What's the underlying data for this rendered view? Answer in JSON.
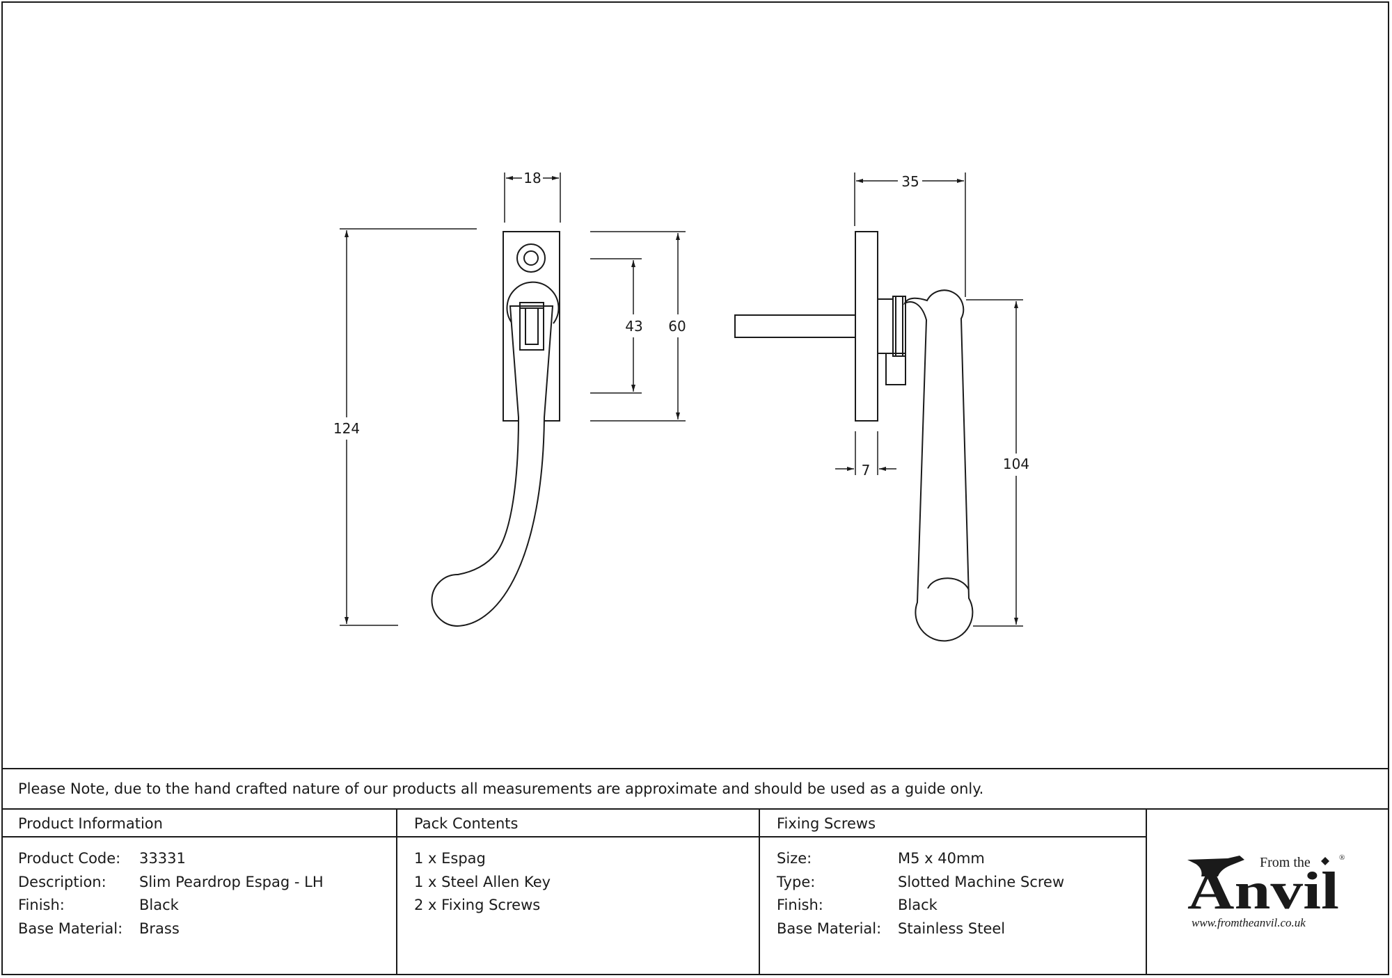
{
  "dimensions": {
    "front_width": "18",
    "front_total_height": "124",
    "front_inner_height": "43",
    "front_plate_height": "60",
    "side_projection": "35",
    "side_plate_depth": "7",
    "side_handle_length": "104"
  },
  "note": "Please Note, due to the hand crafted nature of our products all measurements are approximate and should be used as a guide only.",
  "product_information": {
    "heading": "Product Information",
    "rows": [
      {
        "label": "Product Code:",
        "value": "33331"
      },
      {
        "label": "Description:",
        "value": "Slim Peardrop Espag - LH"
      },
      {
        "label": "Finish:",
        "value": "Black"
      },
      {
        "label": "Base Material:",
        "value": "Brass"
      }
    ]
  },
  "pack_contents": {
    "heading": "Pack Contents",
    "items": [
      "1 x Espag",
      "1 x Steel Allen Key",
      "2 x Fixing Screws"
    ]
  },
  "fixing_screws": {
    "heading": "Fixing Screws",
    "rows": [
      {
        "label": "Size:",
        "value": "M5 x 40mm"
      },
      {
        "label": "Type:",
        "value": "Slotted Machine Screw"
      },
      {
        "label": "Finish:",
        "value": "Black"
      },
      {
        "label": "Base Material:",
        "value": "Stainless Steel"
      }
    ]
  },
  "logo": {
    "from_the": "From the",
    "brand": "Anvil",
    "registered": "®",
    "url": "www.fromtheanvil.co.uk"
  },
  "colors": {
    "line": "#1a1a1a",
    "background": "#ffffff"
  }
}
